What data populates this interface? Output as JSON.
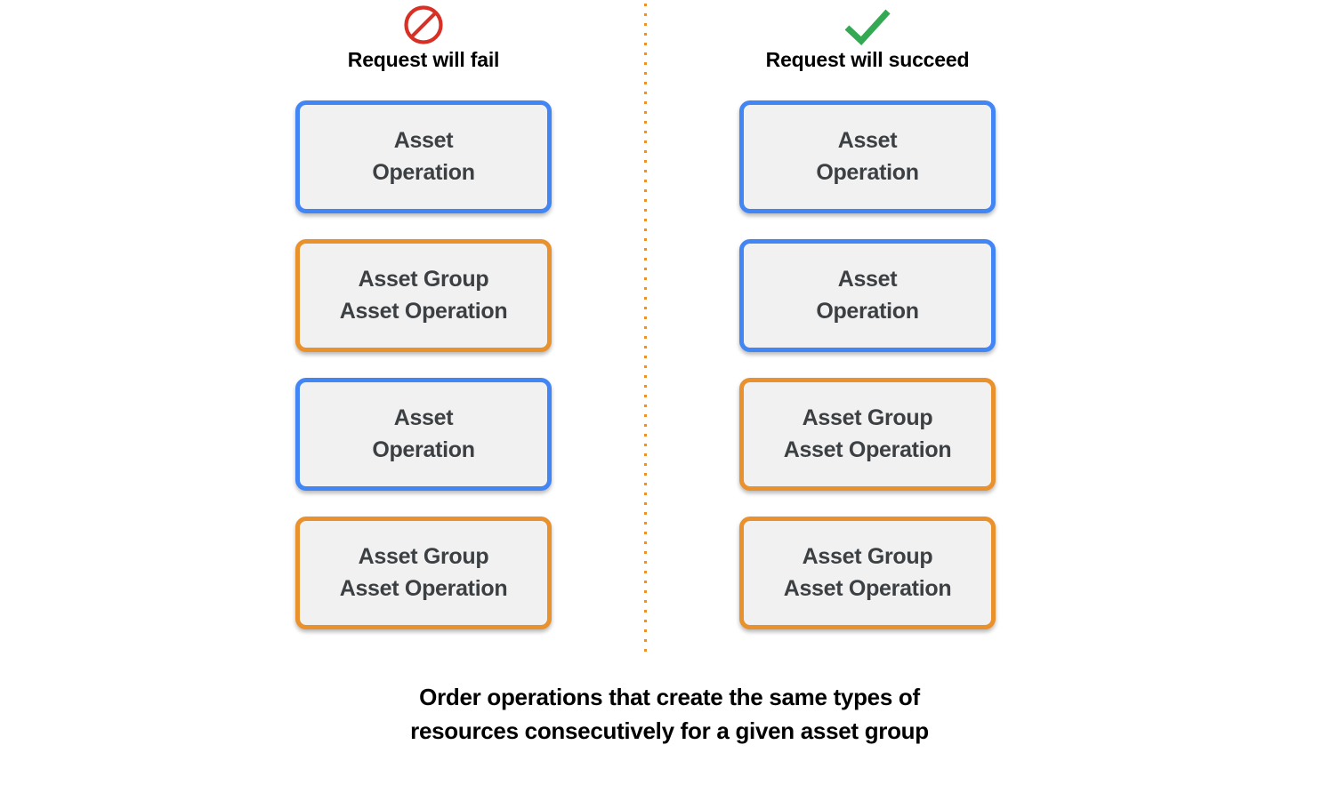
{
  "diagram": {
    "colors": {
      "blue_border": "#4285f4",
      "orange_border": "#e8912d",
      "box_fill": "#f1f1f1",
      "box_text": "#3c4043",
      "fail_icon": "#d93025",
      "success_icon": "#34a853",
      "divider": "#e8912d",
      "background": "#ffffff"
    },
    "caption": "Order operations that create the same types of\nresources consecutively for a given asset group",
    "columns": [
      {
        "id": "fail",
        "icon": "no-entry-icon",
        "heading": "Request will fail",
        "boxes": [
          {
            "label": "Asset\nOperation",
            "type": "asset-operation",
            "color": "blue"
          },
          {
            "label": "Asset Group\nAsset Operation",
            "type": "asset-group-asset-operation",
            "color": "orange"
          },
          {
            "label": "Asset\nOperation",
            "type": "asset-operation",
            "color": "blue"
          },
          {
            "label": "Asset Group\nAsset Operation",
            "type": "asset-group-asset-operation",
            "color": "orange"
          }
        ]
      },
      {
        "id": "succeed",
        "icon": "check-mark-icon",
        "heading": "Request will succeed",
        "boxes": [
          {
            "label": "Asset\nOperation",
            "type": "asset-operation",
            "color": "blue"
          },
          {
            "label": "Asset\nOperation",
            "type": "asset-operation",
            "color": "blue"
          },
          {
            "label": "Asset Group\nAsset Operation",
            "type": "asset-group-asset-operation",
            "color": "orange"
          },
          {
            "label": "Asset Group\nAsset Operation",
            "type": "asset-group-asset-operation",
            "color": "orange"
          }
        ]
      }
    ]
  }
}
